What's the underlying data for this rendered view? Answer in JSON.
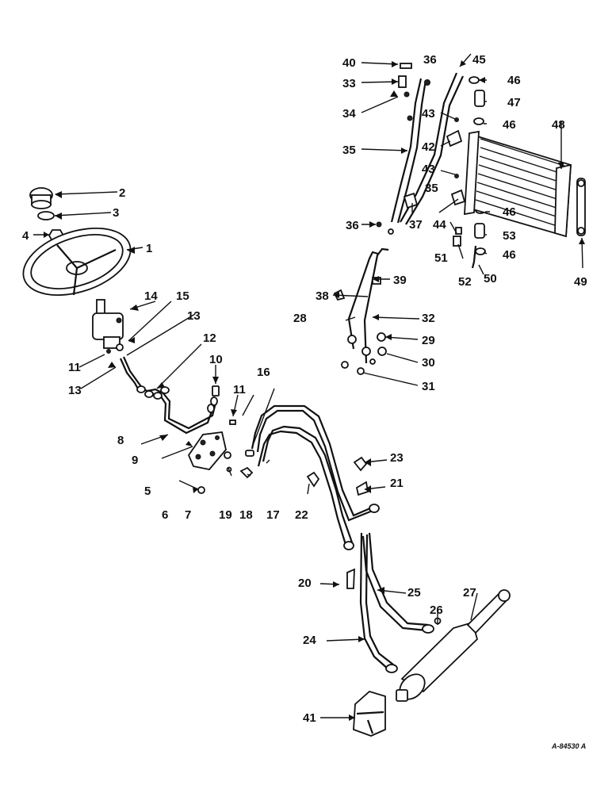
{
  "labels": [
    "1",
    "2",
    "3",
    "4",
    "5",
    "6",
    "7",
    "8",
    "9",
    "10",
    "11",
    "12",
    "13",
    "14",
    "15",
    "16",
    "17",
    "18",
    "19",
    "20",
    "21",
    "22",
    "23",
    "24",
    "25",
    "26",
    "27",
    "28",
    "29",
    "30",
    "31",
    "32",
    "33",
    "34",
    "35",
    "36",
    "37",
    "38",
    "39",
    "40",
    "41",
    "42",
    "43",
    "44",
    "45",
    "46",
    "47",
    "48",
    "49",
    "50",
    "51",
    "52",
    "53"
  ],
  "drawing_ref": "A-84530 A"
}
